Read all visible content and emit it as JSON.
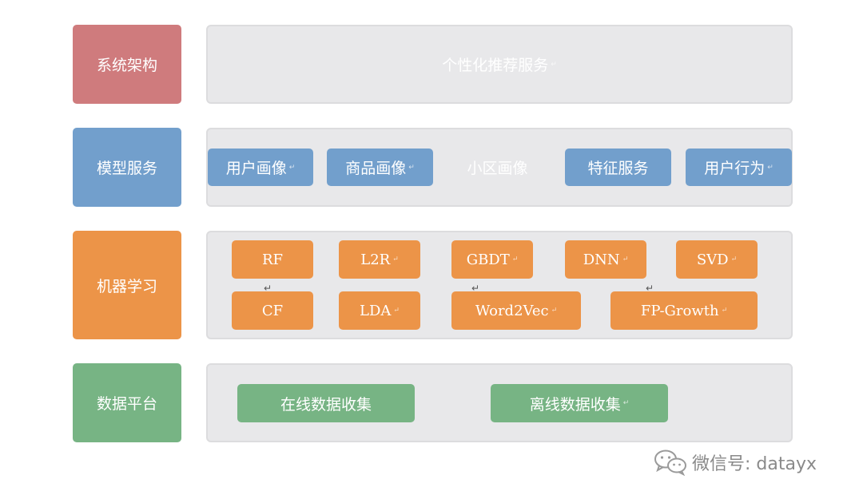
{
  "rows": {
    "system": {
      "label": "系统架构",
      "service": "个性化推荐服务"
    },
    "model": {
      "label": "模型服务",
      "items": [
        "用户画像",
        "商品画像",
        "小区画像",
        "特征服务",
        "用户行为"
      ]
    },
    "ml": {
      "label": "机器学习",
      "row1": [
        "RF",
        "L2R",
        "GBDT",
        "DNN",
        "SVD"
      ],
      "row2": [
        "CF",
        "LDA",
        "Word2Vec",
        "FP-Growth"
      ]
    },
    "data": {
      "label": "数据平台",
      "items": [
        "在线数据收集",
        "离线数据收集"
      ]
    }
  },
  "watermark": {
    "text": "微信号: datayx",
    "icon": "wechat-icon"
  },
  "colors": {
    "system": "#cf7b7d",
    "model": "#729fcc",
    "ml": "#ec9448",
    "data": "#77b484"
  }
}
